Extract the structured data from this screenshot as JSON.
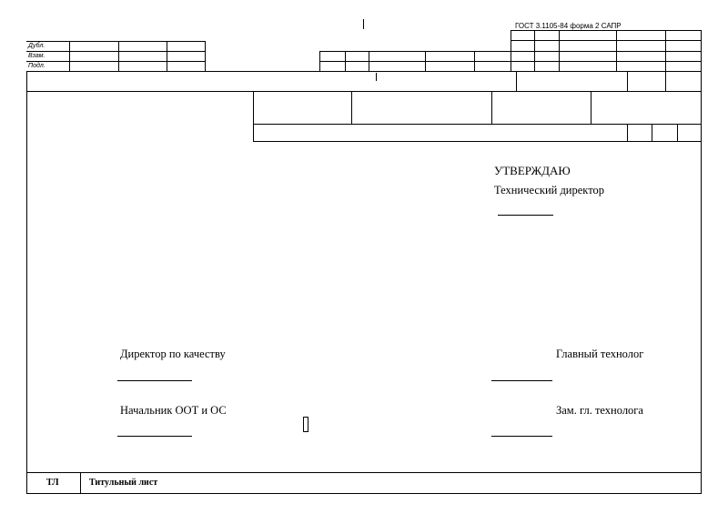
{
  "header": {
    "standard_label": "ГОСТ 3.1105-84  форма 2  САПР"
  },
  "stamp_block": {
    "rows": [
      "Дубл.",
      "Взам.",
      "Подл."
    ]
  },
  "approval": {
    "heading": "УТВЕРЖДАЮ",
    "position": "Технический директор"
  },
  "signatories": {
    "left": [
      "Директор по качеству",
      "Начальник ООТ и ОС"
    ],
    "right": [
      "Главный технолог",
      "Зам. гл. технолога"
    ]
  },
  "footer": {
    "code": "ТЛ",
    "title": "Титульный лист"
  }
}
